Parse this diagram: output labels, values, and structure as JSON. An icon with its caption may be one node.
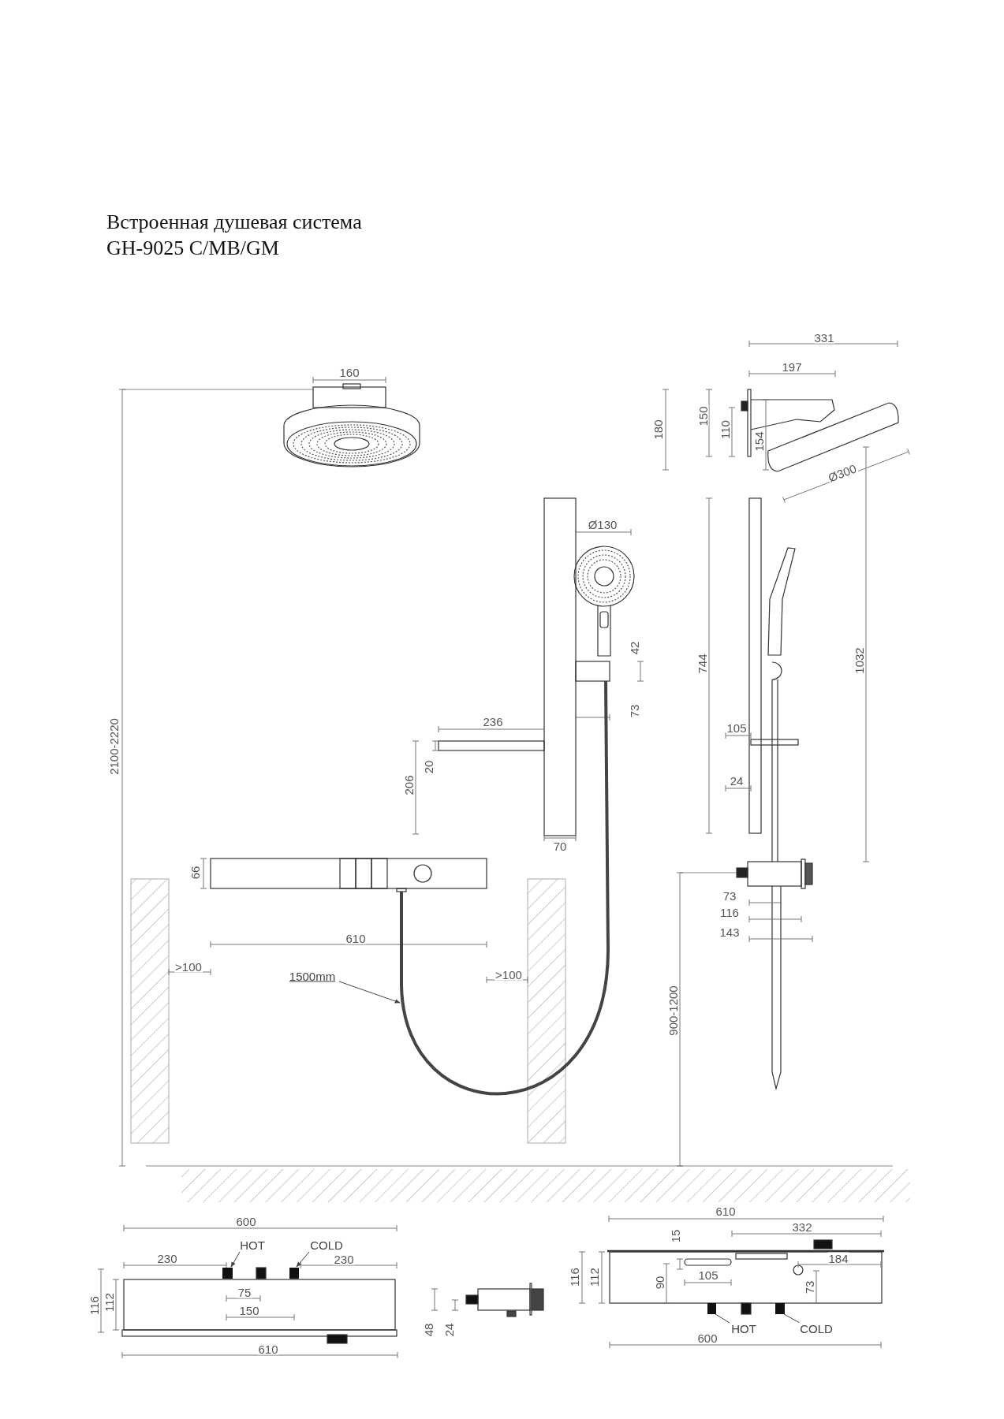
{
  "diagram": {
    "title": "Встроенная душевая система GH-9025 C/MB/GM",
    "nodes": [
      {
        "text": [
          "1500mm"
        ]
      },
      {
        "text": [],
        "shape": "picture"
      },
      {
        "text": [
          "HOT"
        ]
      },
      {
        "text": [],
        "shape": "box"
      },
      {
        "text": [
          "COLD"
        ]
      },
      {
        "text": [],
        "shape": "box"
      },
      {
        "text": [
          "HOT"
        ]
      },
      {
        "text": [],
        "shape": "box"
      },
      {
        "text": [
          "COLD"
        ]
      },
      {
        "text": [],
        "shape": "box"
      }
    ],
    "edges": [
      {
        "from": 0,
        "to": 1,
        "arrow": "to"
      },
      {
        "from": 2,
        "to": 3,
        "arrow": "to"
      },
      {
        "from": 4,
        "to": 5,
        "arrow": "to"
      },
      {
        "from": 6,
        "to": 7,
        "arrow": "none"
      },
      {
        "from": 8,
        "to": 9,
        "arrow": "none"
      }
    ],
    "labels": [
      "160",
      "331",
      "197",
      "180",
      "150",
      "110",
      "154",
      "Ø300",
      "Ø130",
      "42",
      "73",
      "744",
      "1032",
      "2100-2220",
      "236",
      "105",
      "206",
      "20",
      "24",
      "70",
      "66",
      "73",
      "116",
      "143",
      "610",
      ">100",
      ">100",
      "900-1200",
      "600",
      "230",
      "230",
      "75",
      "150",
      "116",
      "112",
      "610",
      "48",
      "24",
      "610",
      "332",
      "15",
      "184",
      "105",
      "116",
      "112",
      "90",
      "73",
      "600"
    ]
  }
}
